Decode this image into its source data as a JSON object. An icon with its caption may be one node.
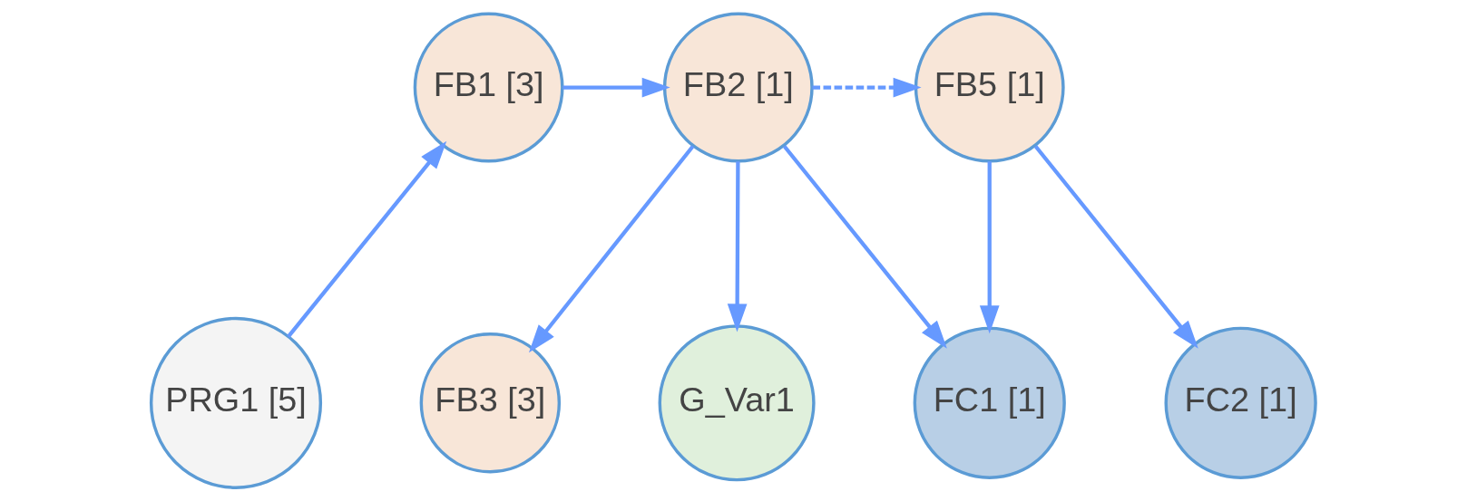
{
  "diagram": {
    "nodes": [
      {
        "text": [
          "FB1 [3]"
        ]
      },
      {
        "text": [
          "FB2 [1]"
        ]
      },
      {
        "text": [
          "FB5 [1]"
        ]
      },
      {
        "text": [
          "PRG1 [5]"
        ]
      },
      {
        "text": [
          "FB3 [3]"
        ]
      },
      {
        "text": [
          "G_Var1"
        ]
      },
      {
        "text": [
          "FC1 [1]"
        ]
      },
      {
        "text": [
          "FC2 [1]"
        ]
      }
    ],
    "edges": [
      {
        "from": 3,
        "to": 0,
        "arrow": "to"
      },
      {
        "from": 0,
        "to": 1,
        "arrow": "to"
      },
      {
        "from": 1,
        "to": 2,
        "arrow": "to",
        "style": "dashed"
      },
      {
        "from": 1,
        "to": 4,
        "arrow": "to"
      },
      {
        "from": 1,
        "to": 5,
        "arrow": "to"
      },
      {
        "from": 1,
        "to": 6,
        "arrow": "to"
      },
      {
        "from": 2,
        "to": 6,
        "arrow": "to"
      },
      {
        "from": 2,
        "to": 7,
        "arrow": "to"
      }
    ]
  }
}
